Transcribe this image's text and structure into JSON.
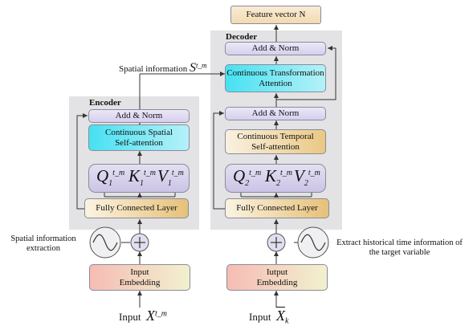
{
  "encoder": {
    "title": "Encoder",
    "add_norm": "Add & Norm",
    "attention_line1": "Continuous Spatial",
    "attention_line2": "Self-attention",
    "fc_layer": "Fully Connected Layer",
    "q": "Q",
    "q_sub": "1",
    "q_sup": "t_m",
    "k": "K",
    "k_sub": "1",
    "k_sup": "t_m",
    "v": "V",
    "v_sub": "1",
    "v_sup": "t_m",
    "embedding_line1": "Input",
    "embedding_line2": "Embedding",
    "side_label_line1": "Spatial information",
    "side_label_line2": "extraction",
    "input_word": "Input",
    "input_var": "X",
    "input_sup": "t_m"
  },
  "decoder": {
    "title": "Decoder",
    "add_norm_top": "Add & Norm",
    "transform_line1": "Continuous Transformation",
    "transform_line2": "Attention",
    "add_norm_mid": "Add & Norm",
    "temporal_line1": "Continuous Temporal",
    "temporal_line2": "Self-attention",
    "fc_layer": "Fully Connected Layer",
    "q": "Q",
    "q_sub": "2",
    "q_sup": "t_m",
    "k": "K",
    "k_sub": "2",
    "k_sup": "t_m",
    "v": "V",
    "v_sub": "2",
    "v_sup": "t_m",
    "embedding_line1": "Iutput",
    "embedding_line2": "Embedding",
    "side_label_line1": "Extract historical time information of",
    "side_label_line2": "the target variable",
    "input_word": "Input",
    "input_var": "X",
    "input_sub": "k"
  },
  "feature_vector": "Feature vector N",
  "spatial_info_label": "Spatial information",
  "spatial_info_var": "S",
  "spatial_info_sup": "t_m"
}
